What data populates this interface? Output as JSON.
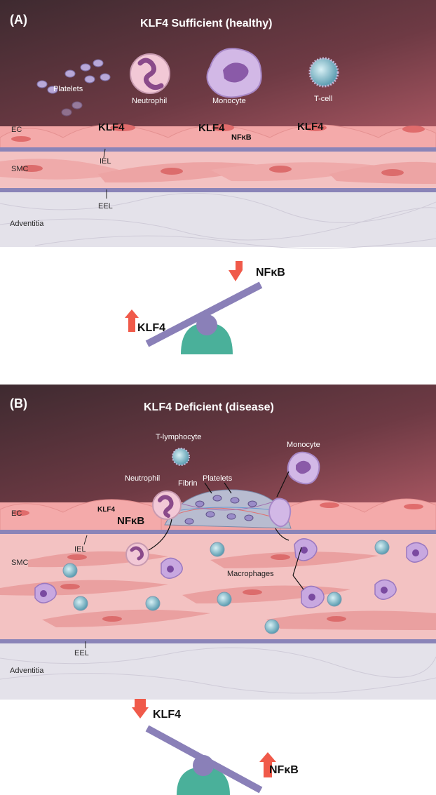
{
  "panel_a": {
    "letter": "(A)",
    "title": "KLF4 Sufficient (healthy)",
    "cells": {
      "platelets": "Platelets",
      "neutrophil": "Neutrophil",
      "monocyte": "Monocyte",
      "tcell": "T-cell"
    },
    "layers": {
      "ec": "EC",
      "iel": "IEL",
      "smc": "SMC",
      "eel": "EEL",
      "adventitia": "Adventitia"
    },
    "klf4_labels": [
      "KLF4",
      "KLF4",
      "KLF4"
    ],
    "nfkb_label": "NFκB",
    "balance": {
      "up_label": "KLF4",
      "down_label": "NFκB"
    }
  },
  "panel_b": {
    "letter": "(B)",
    "title": "KLF4 Deficient (disease)",
    "cells": {
      "t_lymphocyte": "T-lymphocyte",
      "monocyte": "Monocyte",
      "neutrophil": "Neutrophil",
      "fibrin": "Fibrin",
      "platelets": "Platelets",
      "macrophages": "Macrophages"
    },
    "layers": {
      "ec": "EC",
      "iel": "IEL",
      "smc": "SMC",
      "eel": "EEL",
      "adventitia": "Adventitia"
    },
    "klf4_label": "KLF4",
    "nfkb_label": "NFκB",
    "balance": {
      "down_label": "KLF4",
      "up_label": "NFκB"
    }
  },
  "colors": {
    "lumen_dark": "#4a3038",
    "lumen_light": "#a0505c",
    "endothelium": "#f2a5a5",
    "smc": "#f0b8b8",
    "smc_nucleus": "#e07878",
    "elastic_lamina": "#8a84b8",
    "adventitia": "#e2e0e8",
    "arrow": "#f05a4a",
    "fulcrum": "#4ab09a",
    "beam": "#8a80b8"
  }
}
